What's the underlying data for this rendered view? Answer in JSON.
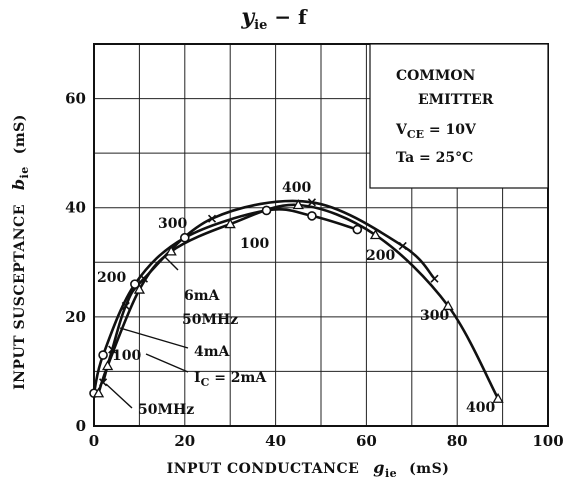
{
  "chart_data": {
    "type": "line",
    "title": "y",
    "title_sub": "ie",
    "title_rest": " − f",
    "xlabel": "INPUT CONDUCTANCE",
    "xlabel_symbol": "g",
    "xlabel_sub": "ie",
    "xlabel_unit": "(mS)",
    "ylabel": "INPUT SUSCEPTANCE",
    "ylabel_symbol": "b",
    "ylabel_sub": "ie",
    "ylabel_unit": "(mS)",
    "xlim": [
      0,
      100
    ],
    "ylim": [
      0,
      70
    ],
    "x_ticks": [
      "0",
      "20",
      "40",
      "60",
      "80",
      "100"
    ],
    "y_ticks": [
      "0",
      "20",
      "40",
      "60"
    ],
    "grid": true,
    "legend_box": {
      "line1": "COMMON",
      "line2": "EMITTER",
      "vce_prefix": "V",
      "vce_sub": "CE",
      "vce_rest": " = 10V",
      "ta": "Ta = 25°C"
    },
    "series": [
      {
        "marker": "circle",
        "label": "I",
        "label_sub": "C",
        "label_rest": " = 2mA",
        "x": [
          0,
          2,
          9,
          20,
          38,
          48,
          58
        ],
        "y": [
          6,
          13,
          26,
          34.5,
          39.5,
          38.5,
          36
        ]
      },
      {
        "marker": "x",
        "label": "4mA",
        "x": [
          2,
          4,
          7,
          11,
          26,
          48,
          68,
          75
        ],
        "y": [
          8,
          14,
          22,
          27,
          38,
          41,
          33,
          27
        ]
      },
      {
        "marker": "triangle",
        "label": "6mA",
        "x": [
          1,
          3,
          10,
          17,
          30,
          45,
          62,
          78,
          89
        ],
        "y": [
          6,
          11,
          25,
          32,
          37,
          40.5,
          35,
          22,
          5
        ]
      }
    ],
    "frequency_annotations": {
      "left_50": "50MHz",
      "left_100": "100",
      "left_200": "200",
      "left_300": "300",
      "top_400": "400",
      "mid_100": "100",
      "mid_50": "50MHz",
      "right_200": "200",
      "right_300": "300",
      "right_400": "400"
    }
  }
}
